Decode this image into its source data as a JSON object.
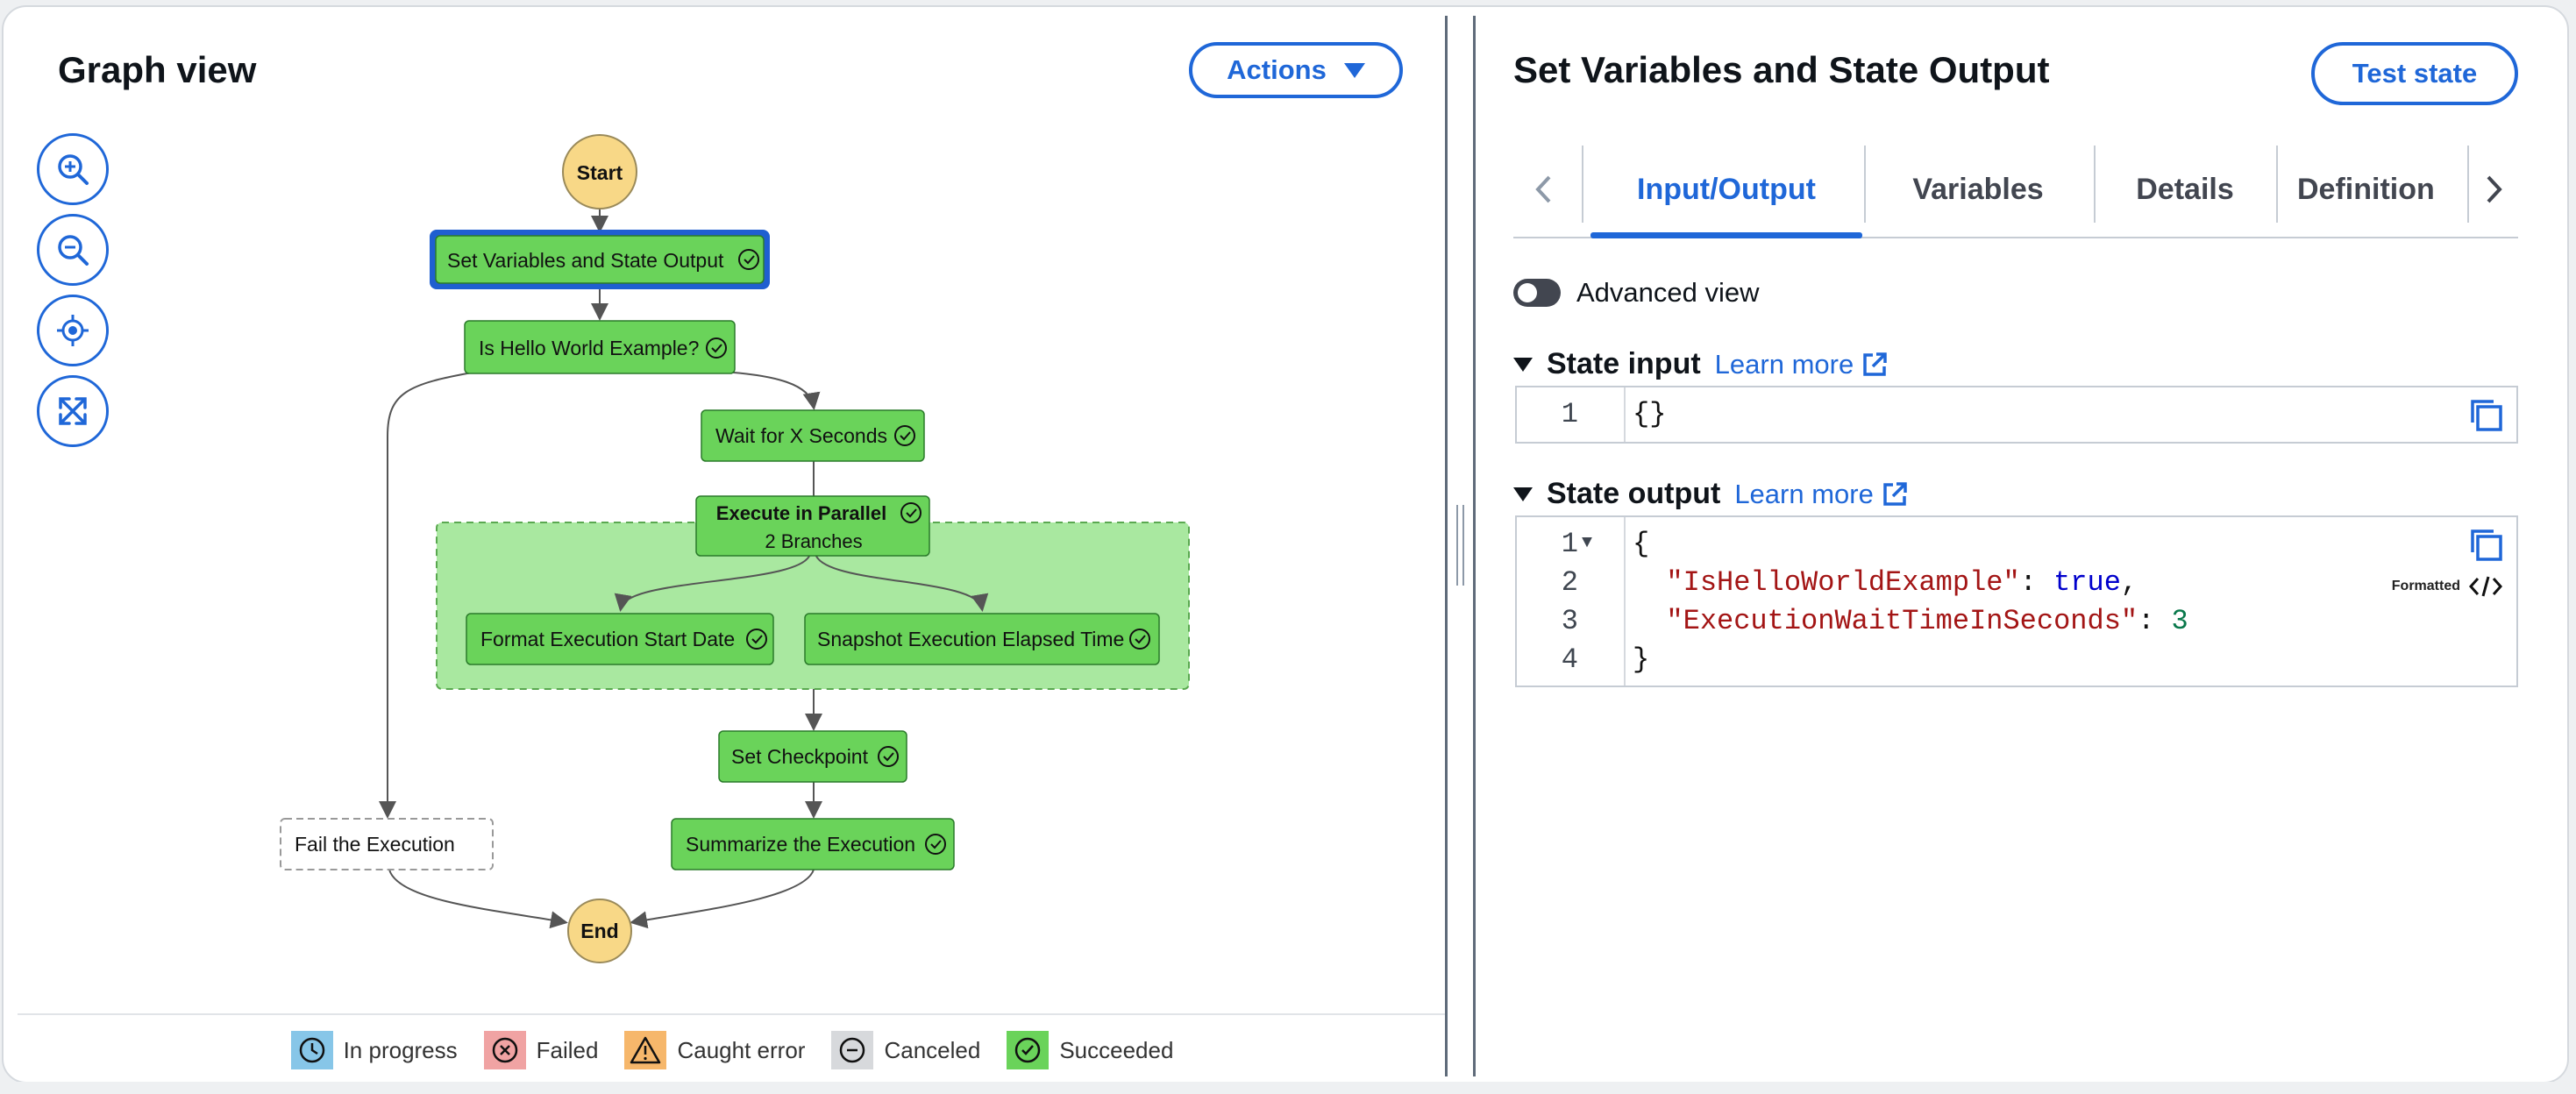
{
  "graph_panel": {
    "title": "Graph view",
    "actions_label": "Actions",
    "zoom_controls": [
      "zoom-in-icon",
      "zoom-out-icon",
      "center-icon",
      "fit-icon"
    ],
    "nodes": {
      "start": "Start",
      "set_vars": "Set Variables and State Output",
      "is_hello": "Is Hello World Example?",
      "wait": "Wait for X Seconds",
      "parallel": "Execute in Parallel",
      "parallel_sub": "2 Branches",
      "format_date": "Format Execution Start Date",
      "snapshot": "Snapshot Execution Elapsed Time",
      "checkpoint": "Set Checkpoint",
      "summarize": "Summarize the Execution",
      "fail": "Fail the Execution",
      "end": "End"
    },
    "legend": [
      {
        "label": "In progress",
        "color": "#87c6e8",
        "icon": "clock-icon"
      },
      {
        "label": "Failed",
        "color": "#f0a3a3",
        "icon": "x-circle-icon"
      },
      {
        "label": "Caught error",
        "color": "#f6b76b",
        "icon": "warning-icon"
      },
      {
        "label": "Canceled",
        "color": "#d7d9dc",
        "icon": "minus-circle-icon"
      },
      {
        "label": "Succeeded",
        "color": "#6ad35a",
        "icon": "check-circle-icon"
      }
    ],
    "colors": {
      "succeeded": "#6ad35a",
      "selected_border": "#1f5fd0",
      "terminal": "#f8d887",
      "parallel_bg": "#a9e8a0"
    }
  },
  "detail_panel": {
    "title": "Set Variables and State Output",
    "test_state_label": "Test state",
    "tabs": [
      "Input/Output",
      "Variables",
      "Details",
      "Definition"
    ],
    "active_tab": "Input/Output",
    "advanced_view_label": "Advanced view",
    "state_input": {
      "title": "State input",
      "learn_more": "Learn more",
      "lines": [
        {
          "num": "1",
          "text": "{}"
        }
      ]
    },
    "state_output": {
      "title": "State output",
      "learn_more": "Learn more",
      "formatted_label": "Formatted",
      "lines": [
        {
          "num": "1",
          "text": "{"
        },
        {
          "num": "2",
          "key": "\"IsHelloWorldExample\"",
          "value": "true"
        },
        {
          "num": "3",
          "key": "\"ExecutionWaitTimeInSeconds\"",
          "value": "3"
        },
        {
          "num": "4",
          "text": "}"
        }
      ]
    },
    "accent_color": "#1f67d8"
  }
}
